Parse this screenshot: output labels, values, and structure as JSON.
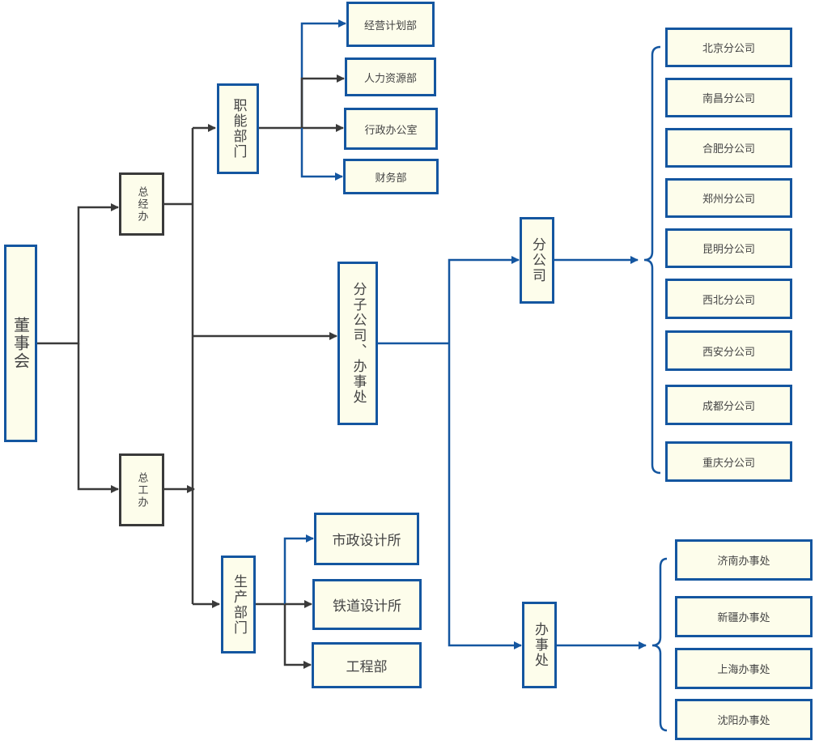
{
  "colors": {
    "blue": "#1456a0",
    "dark": "#3a3a3a",
    "fill": "#fdfdeb",
    "text": "#444444"
  },
  "root": {
    "label": "董事会"
  },
  "level1": {
    "gm_office": "总经办",
    "chief_engineer_office": "总工办"
  },
  "functional": {
    "label": "职能部门",
    "children": [
      "经营计划部",
      "人力资源部",
      "行政办公室",
      "财务部"
    ]
  },
  "subsidiaries": {
    "label": "分子公司、办事处",
    "branch": {
      "label": "分公司",
      "children": [
        "北京分公司",
        "南昌分公司",
        "合肥分公司",
        "郑州分公司",
        "昆明分公司",
        "西北分公司",
        "西安分公司",
        "成都分公司",
        "重庆分公司"
      ]
    },
    "office": {
      "label": "办事处",
      "children": [
        "济南办事处",
        "新疆办事处",
        "上海办事处",
        "沈阳办事处"
      ]
    }
  },
  "production": {
    "label": "生产部门",
    "children": [
      "市政设计所",
      "铁道设计所",
      "工程部"
    ]
  }
}
